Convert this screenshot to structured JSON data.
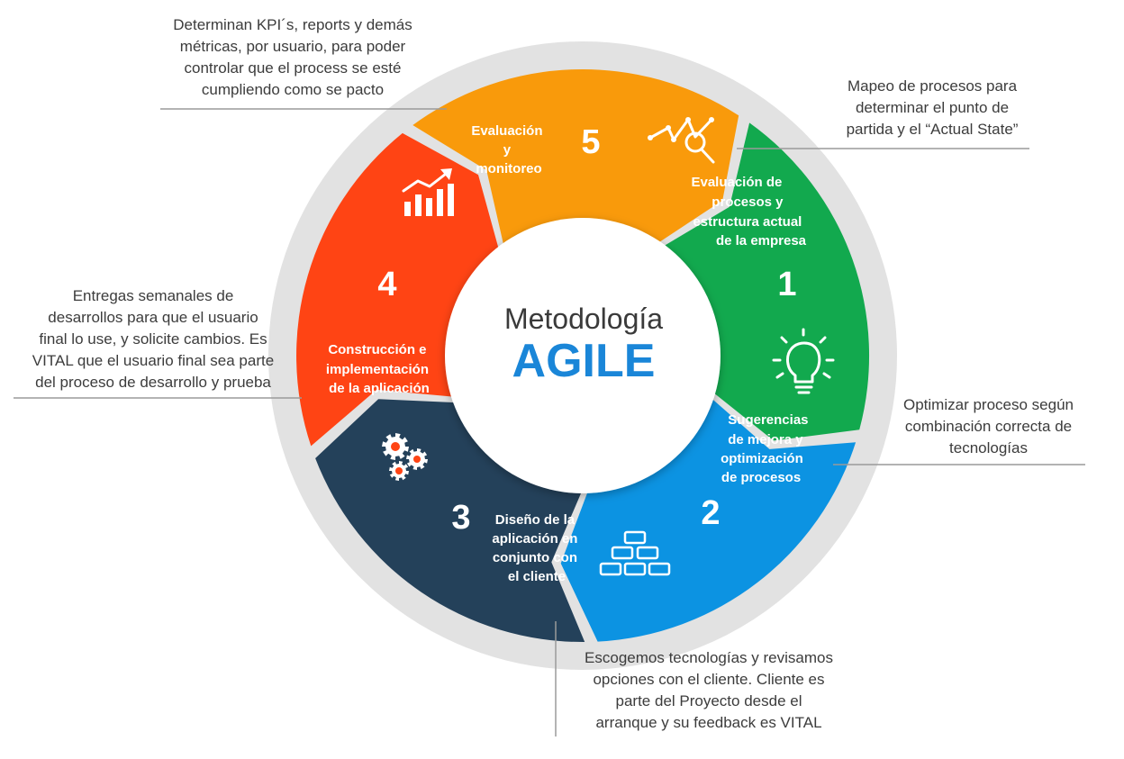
{
  "center": {
    "line1": "Metodología",
    "line2": "AGILE"
  },
  "colors": {
    "step1": "#12a94e",
    "step2": "#0c93e2",
    "step3": "#24415a",
    "step4": "#ff4414",
    "step5": "#f99a0b",
    "agile_text": "#1a86d8"
  },
  "steps": [
    {
      "number": "1",
      "title_lines": [
        "Evaluación de",
        "procesos y",
        "estructura actual",
        "de la empresa"
      ],
      "icon": "chart-magnifier-icon"
    },
    {
      "number": "2",
      "title_lines": [
        "Sugerencias",
        "de mejora y",
        "optimización",
        "de procesos"
      ],
      "icon": "lightbulb-icon"
    },
    {
      "number": "3",
      "title_lines": [
        "Diseño de la",
        "aplicación en",
        "conjunto con",
        "el cliente"
      ],
      "icon": "bricks-icon"
    },
    {
      "number": "4",
      "title_lines": [
        "Construcción e",
        "implementación",
        "de la aplicación"
      ],
      "icon": "gears-icon"
    },
    {
      "number": "5",
      "title_lines": [
        "Evaluación",
        "y",
        "monitoreo"
      ],
      "icon": "growth-chart-icon"
    }
  ],
  "notes": {
    "step1": "Mapeo de procesos para\ndeterminar el punto de\npartida y el “Actual State”",
    "step2": "Optimizar proceso según\ncombinación correcta de\ntecnologías",
    "step3": "Escogemos tecnologías y revisamos\nopciones con el cliente. Cliente es\nparte del Proyecto desde el\narranque y su feedback es VITAL",
    "step4": "Entregas semanales de\ndesarrollos para que el usuario\nfinal lo use, y solicite cambios. Es\nVITAL que el usuario final sea parte\ndel proceso de desarrollo y prueba",
    "step5": "Determinan KPI´s, reports y demás\nmétricas, por usuario, para poder\ncontrolar que el process se esté\ncumpliendo como se pacto"
  }
}
